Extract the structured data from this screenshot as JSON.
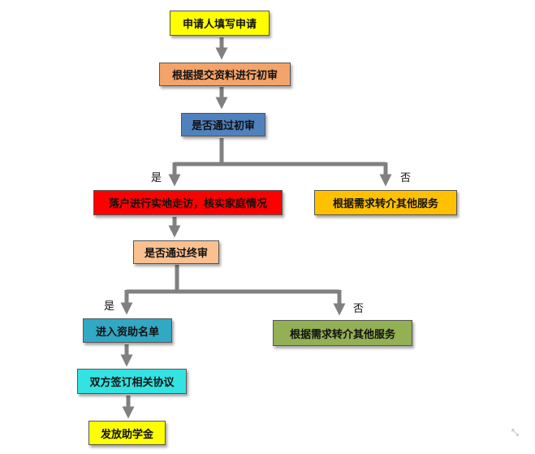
{
  "nodes": {
    "apply": {
      "text": "申请人填写申请",
      "color": "#ffff00"
    },
    "initial_review": {
      "text": "根据提交资料进行初审",
      "color": "#f4a46a"
    },
    "pass_initial": {
      "text": "是否通过初审",
      "color": "#4f81bd"
    },
    "home_visit": {
      "text": "落户进行实地走访，核实家庭情况",
      "color": "#ff0000"
    },
    "referral_1": {
      "text": "根据需求转介其他服务",
      "color": "#ffc000"
    },
    "pass_final": {
      "text": "是否通过终审",
      "color": "#fac090"
    },
    "funded_list": {
      "text": "进入资助名单",
      "color": "#31a8c4"
    },
    "referral_2": {
      "text": "根据需求转介其他服务",
      "color": "#92b054"
    },
    "agreement": {
      "text": "双方签订相关协议",
      "color": "#33e3e3"
    },
    "scholarship": {
      "text": "发放助学金",
      "color": "#ffff00"
    }
  },
  "labels": {
    "yes_1": "是",
    "no_1": "否",
    "yes_2": "是",
    "no_2": "否"
  },
  "colors": {
    "connector": "#808080",
    "border": "#555555"
  }
}
